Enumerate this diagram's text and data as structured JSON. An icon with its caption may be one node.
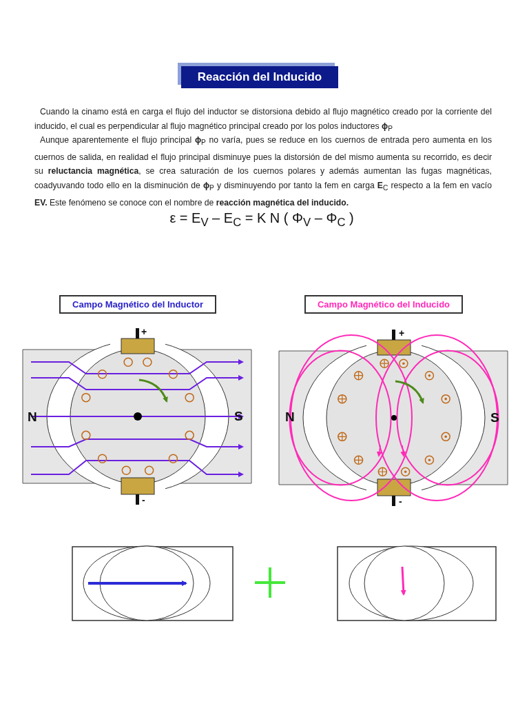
{
  "diagram": {
    "title": "Reacción del Inducido",
    "nodes": [
      {
        "text": [
          "Campo Magnético del Inductor"
        ]
      },
      {
        "text": [
          "Campo Magnético del Inducido"
        ]
      }
    ],
    "edges": [],
    "labels": [
      "Cuando la cinamo está en carga el flujo del inductor se distorsiona debido al flujo magnético creado por la corriente del inducido, el cual es perpendicular al flujo magnético principal creado por los polos inductores **ϕ**$_{P}$",
      "Aunque aparentemente el flujo principal **ϕ**$_{P}$ no varía, pues se reduce en los cuernos de entrada pero aumenta en los cuernos de salida, en realidad el flujo principal disminuye pues la distorsión de del mismo aumenta su recorrido, es decir su **reluctancia magnética**, se crea saturación de los cuernos polares y además aumentan las fugas magnéticas, coadyuvando todo ello en la disminución de **ϕ**$_{P}$ y disminuyendo por tanto la fem en carga **E**$_{C}$ respecto a la fem en vacío **EV.** Este fenómeno se conoce con el nombre de **reacción magnética del inducido.**",
      "ε = E$_{V}$ – E$_{C}$ = K N ( Φ$_{V}$ – Φ$_{C}$ )",
      "+",
      "N",
      "S",
      "-",
      "+",
      "N",
      "S",
      "-"
    ]
  }
}
